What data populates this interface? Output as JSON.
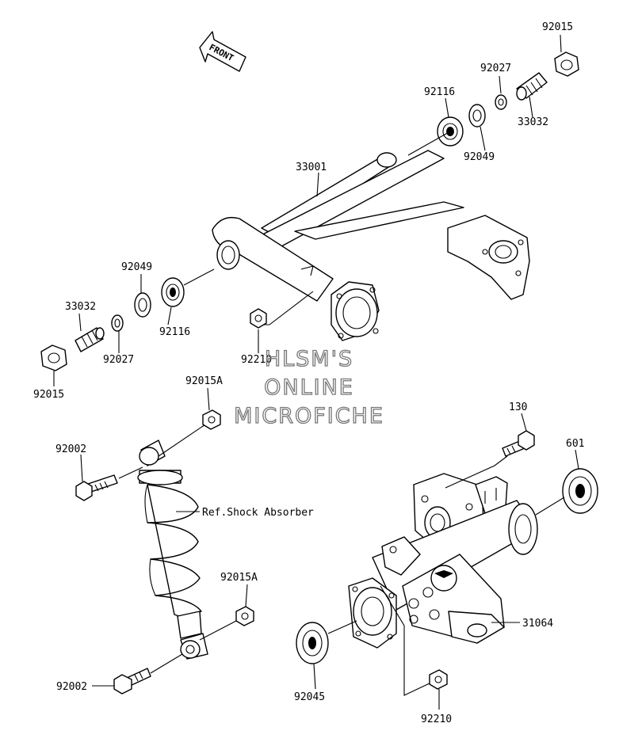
{
  "front_arrow": {
    "text": "FRONT"
  },
  "watermark": [
    "HLSM'S",
    "ONLINE",
    "MICROFICHE"
  ],
  "callouts": [
    {
      "id": "92015-top",
      "text": "92015"
    },
    {
      "id": "92027-top",
      "text": "92027"
    },
    {
      "id": "92116-top",
      "text": "92116"
    },
    {
      "id": "33032-top",
      "text": "33032"
    },
    {
      "id": "92049-top",
      "text": "92049"
    },
    {
      "id": "33001",
      "text": "33001"
    },
    {
      "id": "92049-left",
      "text": "92049"
    },
    {
      "id": "33032-left",
      "text": "33032"
    },
    {
      "id": "92116-left",
      "text": "92116"
    },
    {
      "id": "92027-left",
      "text": "92027"
    },
    {
      "id": "92210-mid",
      "text": "92210"
    },
    {
      "id": "92015-left",
      "text": "92015"
    },
    {
      "id": "92015A-top",
      "text": "92015A"
    },
    {
      "id": "130",
      "text": "130"
    },
    {
      "id": "92002-top",
      "text": "92002"
    },
    {
      "id": "601",
      "text": "601"
    },
    {
      "id": "ref-shock",
      "text": "Ref.Shock Absorber"
    },
    {
      "id": "92015A-bottom",
      "text": "92015A"
    },
    {
      "id": "31064",
      "text": "31064"
    },
    {
      "id": "92002-bottom",
      "text": "92002"
    },
    {
      "id": "92045",
      "text": "92045"
    },
    {
      "id": "92210-bottom",
      "text": "92210"
    }
  ]
}
